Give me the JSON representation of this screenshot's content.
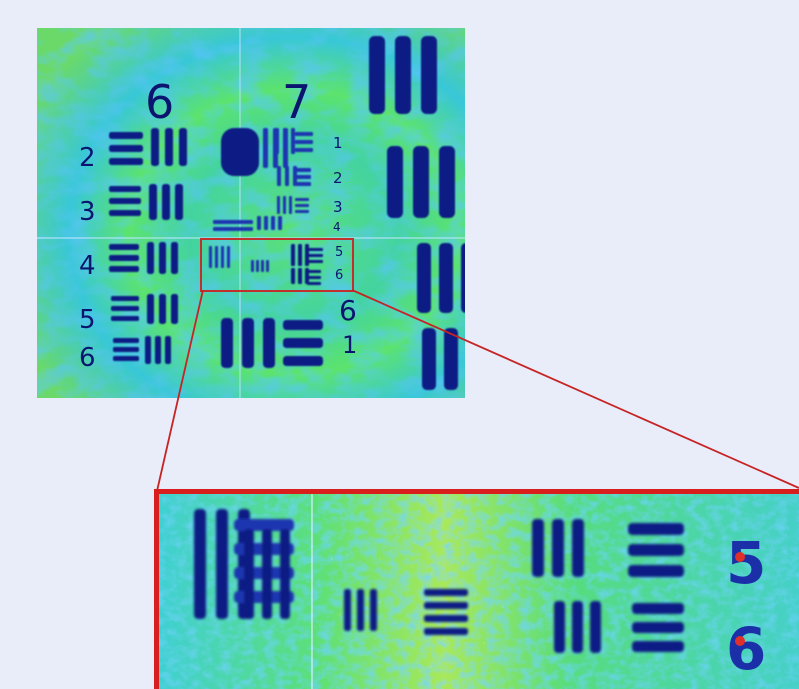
{
  "figure": {
    "group_labels": [
      "6",
      "7"
    ],
    "element_labels_left": [
      "2",
      "3",
      "4",
      "5",
      "6"
    ],
    "element_labels_right": [
      "1",
      "2",
      "3",
      "4",
      "5",
      "6"
    ],
    "lower_group_label": "6",
    "lower_element_label": "1",
    "zoom_element_labels": [
      "5",
      "6"
    ]
  },
  "colors": {
    "background": "#e9ecf9",
    "field_green": "#58e070",
    "field_cyan": "#2fc9e6",
    "bar_blue": "#1a2fa8",
    "bar_dark": "#0b1570",
    "highlight_yellow": "#e8f04a",
    "highlight_red": "#e0302a",
    "callout_red": "#d91e1e"
  }
}
